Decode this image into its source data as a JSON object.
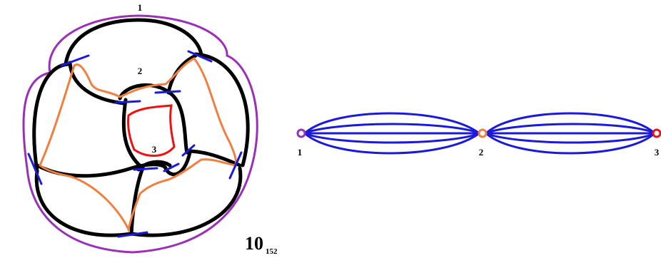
{
  "figure": {
    "knot_name": "10",
    "knot_subscript": "152",
    "knot_state_labels": [
      "1",
      "2",
      "3"
    ],
    "graph_vertex_labels": [
      "1",
      "2",
      "3"
    ]
  },
  "colors": {
    "state_1": "#9b30b8",
    "state_2": "#f08040",
    "state_3": "#ee1111",
    "knot": "#000000",
    "smoothing_marks": "#1a1ad8",
    "graph_edges": "#1a1ad8"
  },
  "graph": {
    "vertices": 3,
    "edges_between_1_and_2": 5,
    "edges_between_2_and_3": 5
  }
}
